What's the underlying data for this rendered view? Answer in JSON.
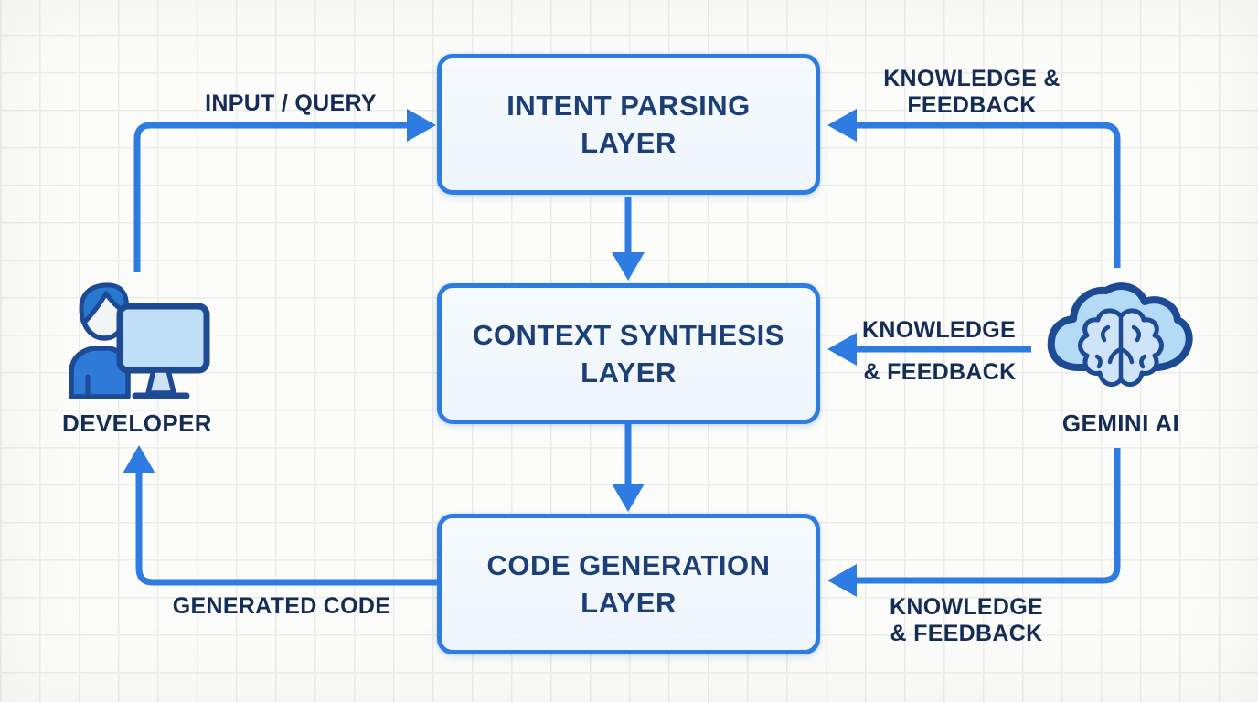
{
  "nodes": {
    "intent_parsing": {
      "line1": "INTENT PARSING",
      "line2": "LAYER"
    },
    "context_synthesis": {
      "line1": "CONTEXT SYNTHESIS",
      "line2": "LAYER"
    },
    "code_generation": {
      "line1": "CODE GENERATION",
      "line2": "LAYER"
    }
  },
  "actors": {
    "developer": {
      "label": "DEVELOPER",
      "icon": "developer-at-monitor-icon"
    },
    "gemini": {
      "label": "GEMINI AI",
      "icon": "cloud-brain-icon"
    }
  },
  "edges": {
    "input_query": {
      "label": "INPUT / QUERY",
      "from": "DEVELOPER",
      "to": "INTENT PARSING LAYER"
    },
    "knowledge_feedback_top": {
      "line1": "KNOWLEDGE &",
      "line2": "FEEDBACK",
      "from": "GEMINI AI",
      "to": "INTENT PARSING LAYER"
    },
    "knowledge_feedback_mid": {
      "line1": "KNOWLEDGE",
      "line2": "& FEEDBACK",
      "from": "GEMINI AI",
      "to": "CONTEXT SYNTHESIS LAYER"
    },
    "knowledge_feedback_bot": {
      "line1": "KNOWLEDGE",
      "line2": "& FEEDBACK",
      "from": "GEMINI AI",
      "to": "CODE GENERATION LAYER"
    },
    "generated_code": {
      "label": "GENERATED CODE",
      "from": "CODE GENERATION LAYER",
      "to": "DEVELOPER"
    },
    "intent_to_context": {
      "from": "INTENT PARSING LAYER",
      "to": "CONTEXT SYNTHESIS LAYER"
    },
    "context_to_codegen": {
      "from": "CONTEXT SYNTHESIS LAYER",
      "to": "CODE GENERATION LAYER"
    }
  },
  "colors": {
    "arrow_blue": "#2e7ce2",
    "box_border": "#2e7ce2",
    "box_fill": "#f2f7fd",
    "text_navy": "#152c55",
    "node_text_navy": "#1b3f76",
    "icon_fill_light": "#b4dbf6",
    "icon_fill_medium": "#2f7ad8",
    "icon_outline": "#1d4a94",
    "background": "#fcfcfa",
    "grid_line": "#ebebe8"
  }
}
